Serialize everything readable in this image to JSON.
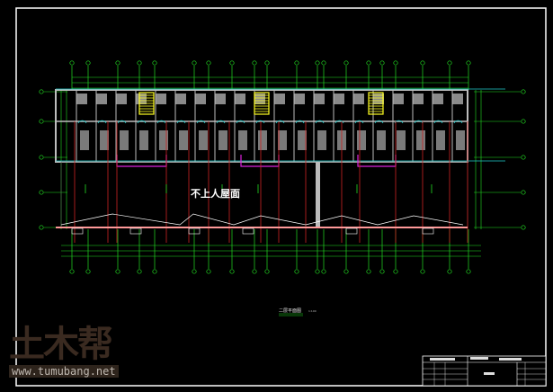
{
  "drawing": {
    "roof_label": "不上人屋面",
    "plan_title": "二层平面图",
    "plan_scale": "1:100"
  },
  "watermark": {
    "logo_text": "土木帮",
    "url": "www.tumubang.net"
  },
  "colors": {
    "background": "#000000",
    "frame": "#ffffff",
    "axis": "#22dd22",
    "column_line": "#cc2222",
    "walls": "#bdbdbd",
    "windows": "#22cccc",
    "stairs": "#ffff22",
    "balcony": "#dd22dd",
    "eave": "#ff9999"
  }
}
